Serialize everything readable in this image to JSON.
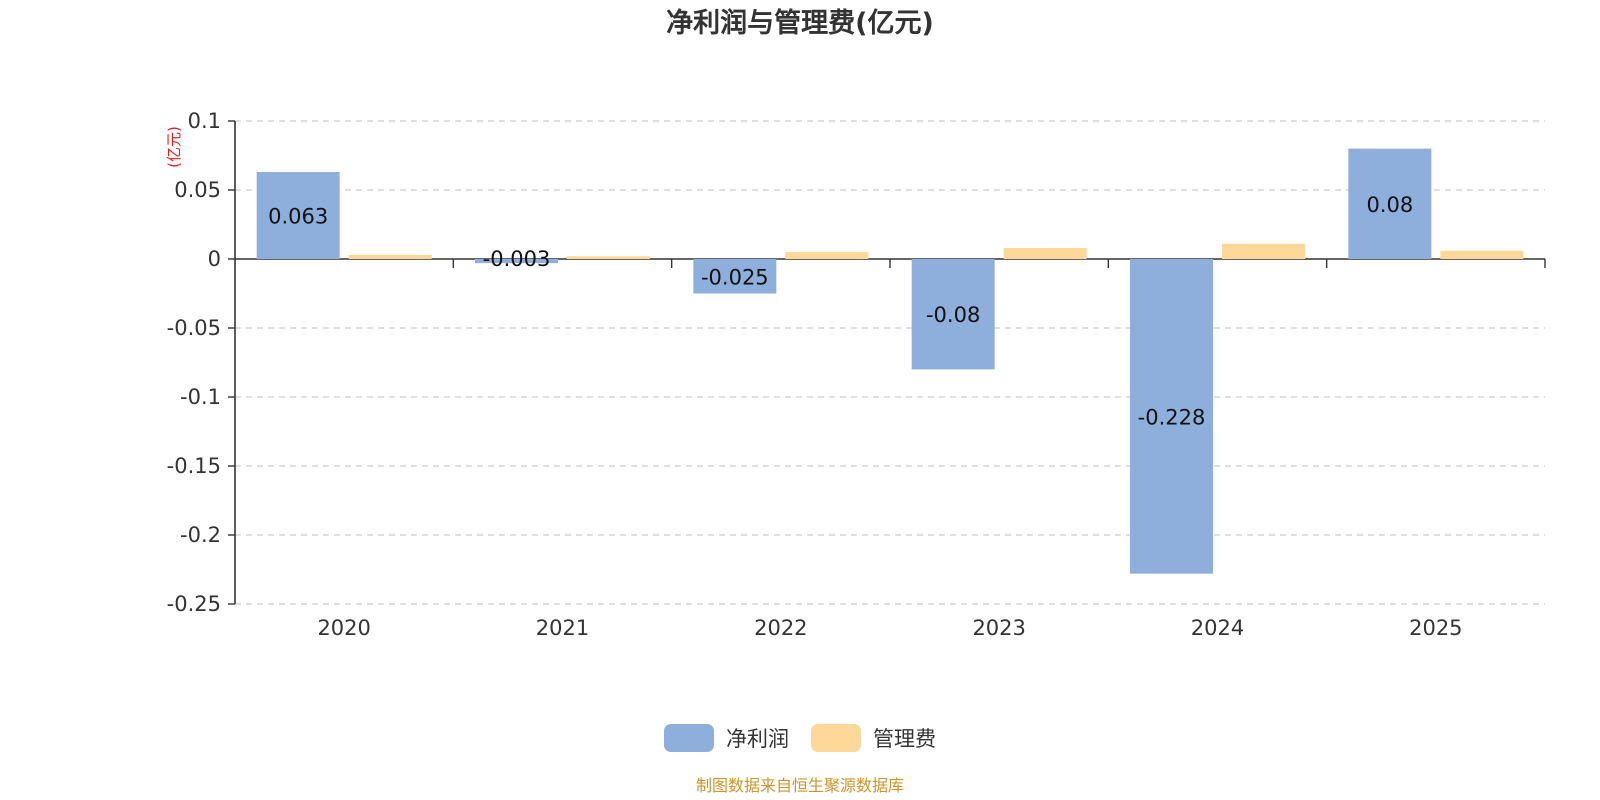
{
  "chart_data": {
    "type": "bar",
    "title": "净利润与管理费(亿元)",
    "ylabel": "(亿元)",
    "xlabel": "",
    "categories": [
      "2020",
      "2021",
      "2022",
      "2023",
      "2024",
      "2025"
    ],
    "series": [
      {
        "name": "净利润",
        "color": "#8eaedb",
        "values": [
          0.063,
          -0.003,
          -0.025,
          -0.08,
          -0.228,
          0.08
        ],
        "labels": [
          "0.063",
          "-0.003",
          "-0.025",
          "-0.08",
          "-0.228",
          "0.08"
        ]
      },
      {
        "name": "管理费",
        "color": "#fdd898",
        "values": [
          0.003,
          0.002,
          0.005,
          0.008,
          0.011,
          0.006
        ]
      }
    ],
    "ylim": [
      -0.25,
      0.1
    ],
    "yticks": [
      0.1,
      0.05,
      0,
      -0.05,
      -0.1,
      -0.15,
      -0.2,
      -0.25
    ],
    "ytick_labels": [
      "0.1",
      "0.05",
      "0",
      "-0.05",
      "-0.1",
      "-0.15",
      "-0.2",
      "-0.25"
    ],
    "grid": "horizontal dashed",
    "legend_position": "bottom-center"
  },
  "source_note": "制图数据来自恒生聚源数据库"
}
